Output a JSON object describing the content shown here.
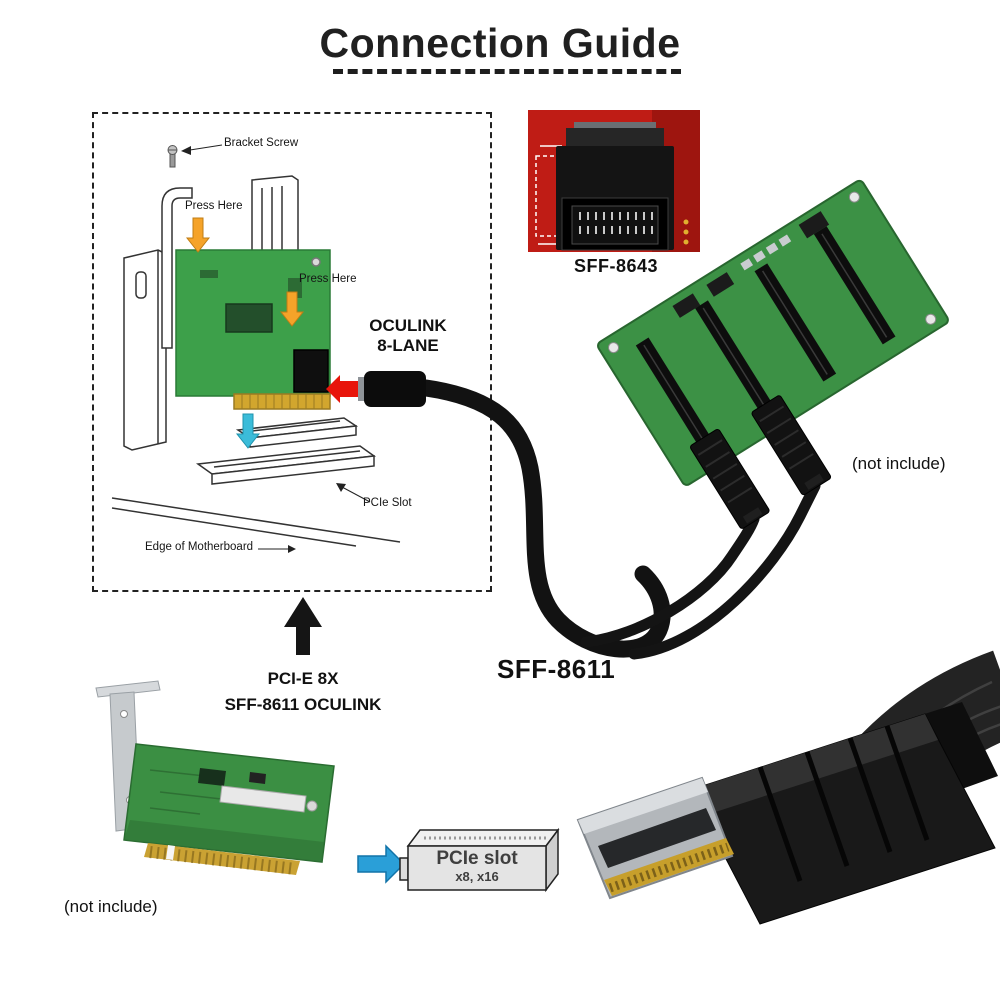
{
  "title": "Connection Guide",
  "install_diagram": {
    "bracket_screw_label": "Bracket Screw",
    "press_here_top_label": "Press Here",
    "press_here_mid_label": "Press Here",
    "pcie_slot_label": "PCIe Slot",
    "edge_of_motherboard_label": "Edge of Motherboard",
    "oculink_label_line1": "OCULINK",
    "oculink_label_line2": "8-LANE"
  },
  "connectors": {
    "sff8643_label": "SFF-8643",
    "sff8611_label": "SFF-8611"
  },
  "riser": {
    "not_include_label": "(not include)"
  },
  "adapter": {
    "caption_line1": "PCI-E 8X",
    "caption_line2": "SFF-8611 OCULINK",
    "not_include_label": "(not include)"
  },
  "pcie_slot_graphic": {
    "name": "PCIe slot",
    "sizes": "x8, x16"
  },
  "colors": {
    "pcb_green": "#3c9145",
    "pcb_red": "#bf1c15",
    "gold": "#caa233",
    "arrow_blue": "#2a9fd8",
    "arrow_yellow": "#f5a329",
    "arrow_red": "#e8150b",
    "arrow_cyan": "#3bbcd9"
  }
}
